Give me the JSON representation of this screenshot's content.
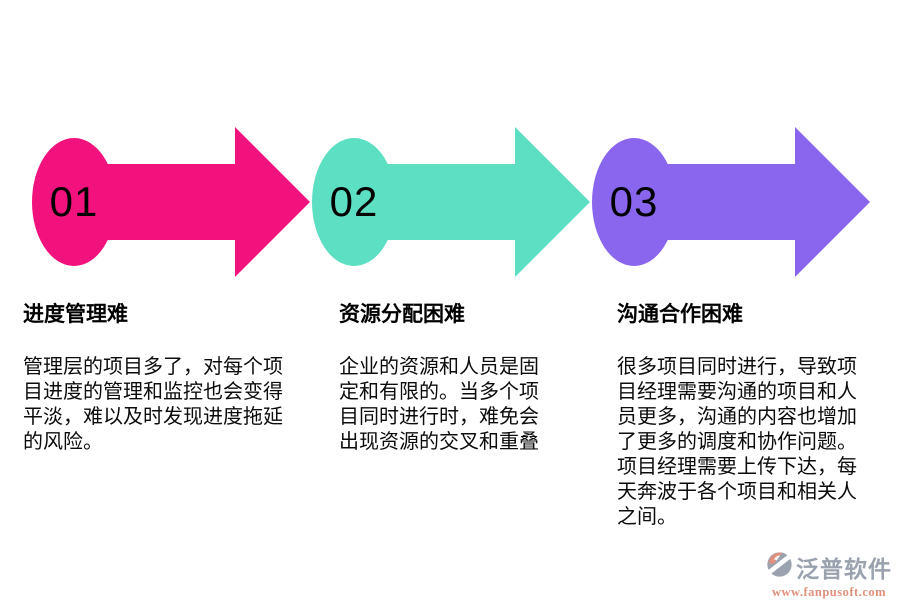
{
  "steps": [
    {
      "number": "01",
      "color": "#f2127d",
      "title": "进度管理难",
      "body": "管理层的项目多了，对每个项\n目进度的管理和监控也会变得\n平淡，难以及时发现进度拖延\n的风险。"
    },
    {
      "number": "02",
      "color": "#5cdfc2",
      "title": "资源分配困难",
      "body": "企业的资源和人员是固\n定和有限的。当多个项\n目同时进行时，难免会\n出现资源的交叉和重叠"
    },
    {
      "number": "03",
      "color": "#8a66ef",
      "title": "沟通合作困难",
      "body": "很多项目同时进行，导致项\n目经理需要沟通的项目和人\n员更多，沟通的内容也增加\n了更多的调度和协作问题。\n项目经理需要上传下达，每\n天奔波于各个项目和相关人\n之间。"
    }
  ],
  "logo": {
    "name": "泛普软件",
    "url": "www.fanpusoft.com",
    "name_color": "#9aa2af",
    "accent_color": "#e2907d"
  }
}
